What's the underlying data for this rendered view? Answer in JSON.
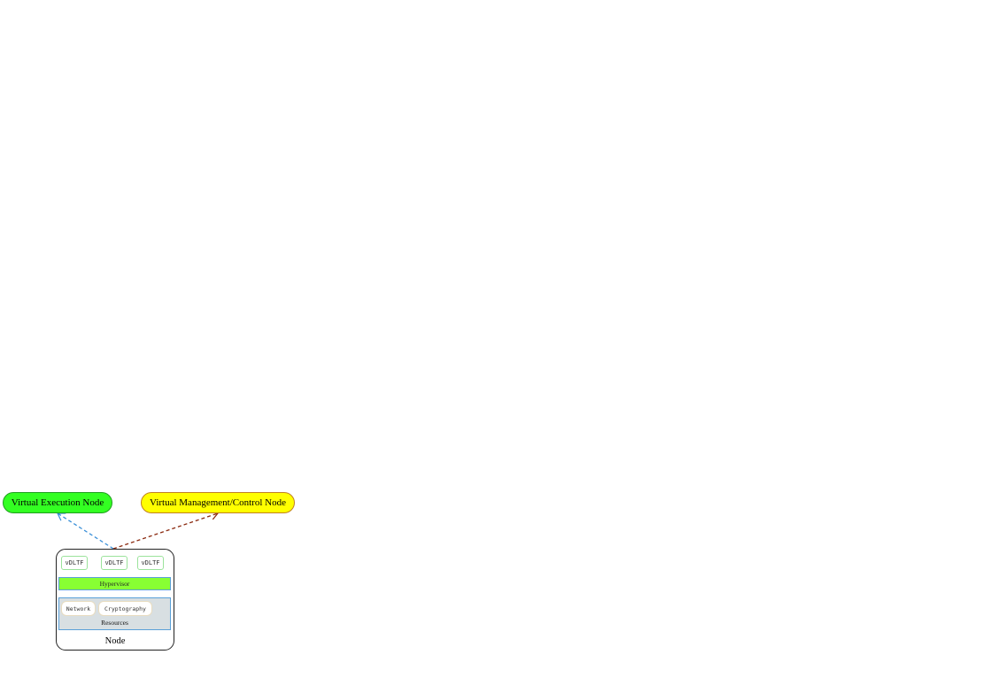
{
  "nodes": {
    "execution": {
      "label": "Virtual Execution Node",
      "color": "#33ff22"
    },
    "management": {
      "label": "Virtual Management/Control Node",
      "color": "#ffff00"
    }
  },
  "node_box": {
    "label": "Node",
    "vdltfs": [
      "vDLTF",
      "vDLTF",
      "vDLTF"
    ],
    "hypervisor": {
      "label": "Hypervisor",
      "color": "#88ff33"
    },
    "resources": {
      "label": "Resources",
      "items": [
        "Network",
        "Cryptography"
      ],
      "color": "#d8dfe2"
    }
  },
  "connections": [
    {
      "from": "node",
      "to": "execution",
      "style": "dashed",
      "color": "#3a8fd8"
    },
    {
      "from": "node",
      "to": "management",
      "style": "dashed",
      "color": "#8b2a10"
    }
  ]
}
